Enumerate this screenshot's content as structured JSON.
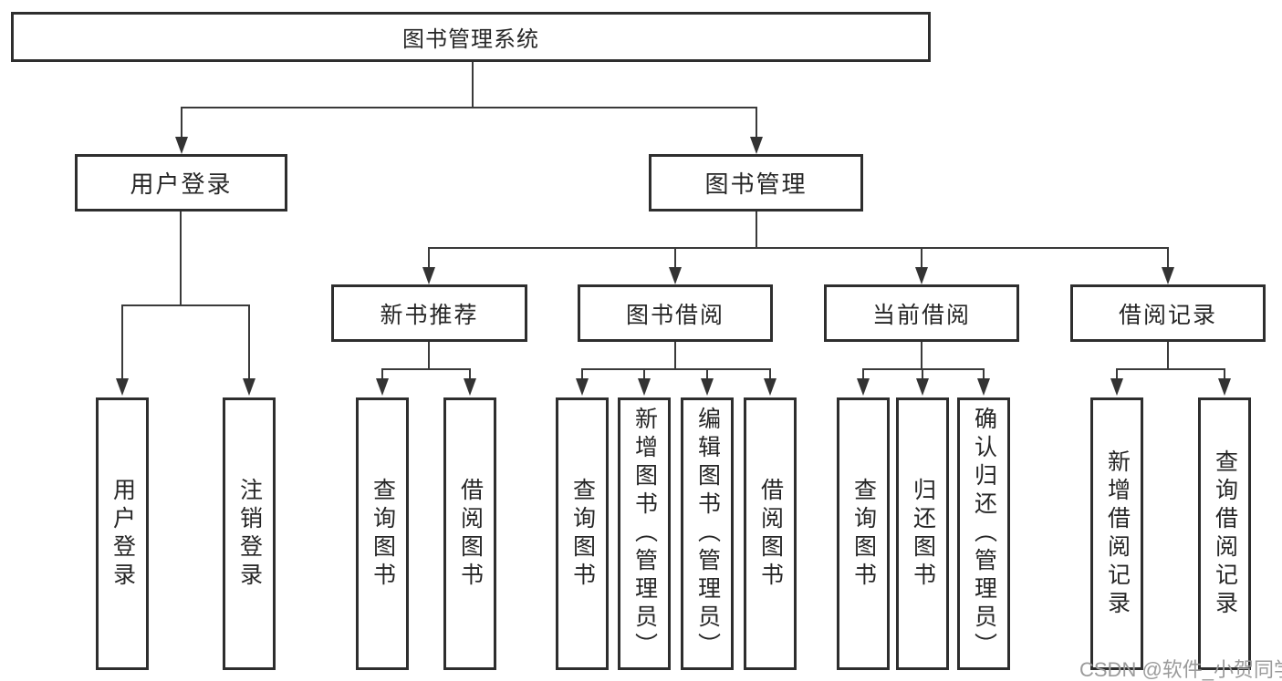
{
  "tree": {
    "root": {
      "label": "图书管理系统"
    },
    "user_login": {
      "label": "用户登录",
      "children": [
        {
          "label": "用户登录"
        },
        {
          "label": "注销登录"
        }
      ]
    },
    "book_management": {
      "label": "图书管理",
      "groups": [
        {
          "label": "新书推荐",
          "children": [
            {
              "label": "查询图书"
            },
            {
              "label": "借阅图书"
            }
          ]
        },
        {
          "label": "图书借阅",
          "children": [
            {
              "label": "查询图书"
            },
            {
              "label": "新增图书（管理员）"
            },
            {
              "label": "编辑图书（管理员）"
            },
            {
              "label": "借阅图书"
            }
          ]
        },
        {
          "label": "当前借阅",
          "children": [
            {
              "label": "查询图书"
            },
            {
              "label": "归还图书"
            },
            {
              "label": "确认归还（管理员）"
            }
          ]
        },
        {
          "label": "借阅记录",
          "children": [
            {
              "label": "新增借阅记录"
            },
            {
              "label": "查询借阅记录"
            }
          ]
        }
      ]
    }
  },
  "watermark": {
    "text": "CSDN @软件_小贺同学"
  },
  "colors": {
    "line": "#3a3a3a",
    "box_border": "#2e2e2e",
    "text": "#262626",
    "watermark": "#9b9b9b",
    "background": "#ffffff"
  }
}
